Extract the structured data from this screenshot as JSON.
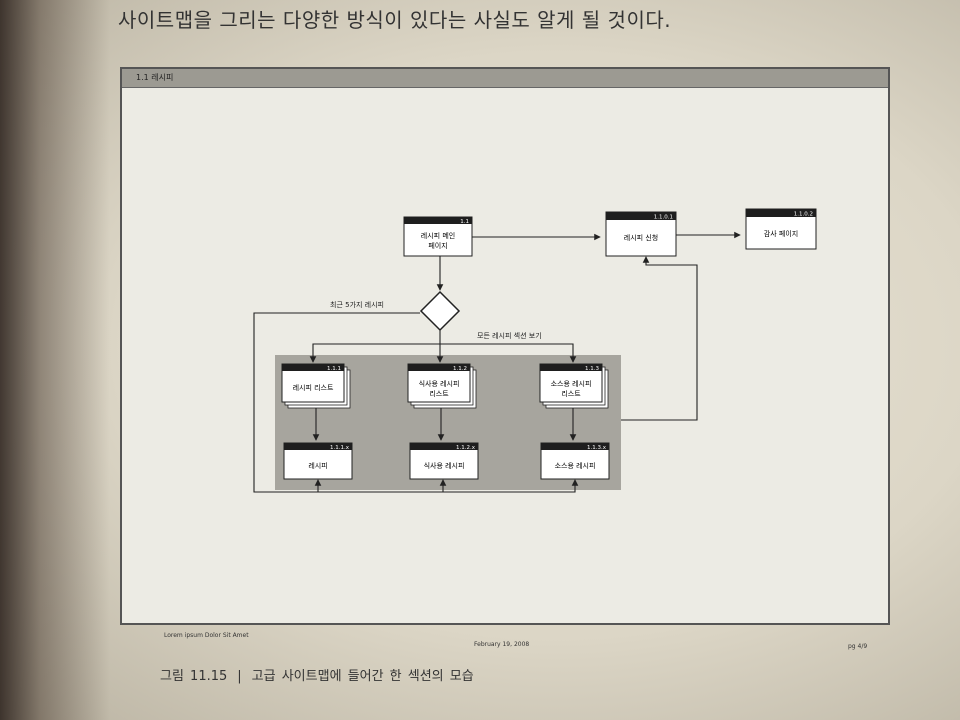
{
  "page": {
    "top_text": "사이트맵을 그리는 다양한 방식이 있다는 사실도 알게 될 것이다.",
    "frame_title": "1.1 레시피",
    "footer_left": "Lorem ipsum Dolor Sit Amet",
    "footer_center": "February 19, 2008",
    "footer_right": "pg 4/9",
    "caption_label": "그림 11.15",
    "caption_sep": "|",
    "caption_text": "고급 사이트맵에 들어간 한 섹션의 모습"
  },
  "diagram": {
    "nodes": {
      "main": {
        "id": "1.1",
        "label1": "레시피 메인",
        "label2": "페이지"
      },
      "signup": {
        "id": "1.1.0.1",
        "label1": "레시피 신청"
      },
      "thanks": {
        "id": "1.1.0.2",
        "label1": "감사 페이지"
      },
      "list1": {
        "id": "1.1.1",
        "label1": "레시피 리스트"
      },
      "list2": {
        "id": "1.1.2",
        "label1": "식사용 레시피",
        "label2": "리스트"
      },
      "list3": {
        "id": "1.1.3",
        "label1": "소스용 레시피",
        "label2": "리스트"
      },
      "detail1": {
        "id": "1.1.1.x",
        "label1": "레시피"
      },
      "detail2": {
        "id": "1.1.2.x",
        "label1": "식사용 레시피"
      },
      "detail3": {
        "id": "1.1.3.x",
        "label1": "소스용 레시피"
      }
    },
    "edge_labels": {
      "recent5": "최근 5가지 레시피",
      "all_sections": "모든 레시피 섹션 보기"
    }
  }
}
